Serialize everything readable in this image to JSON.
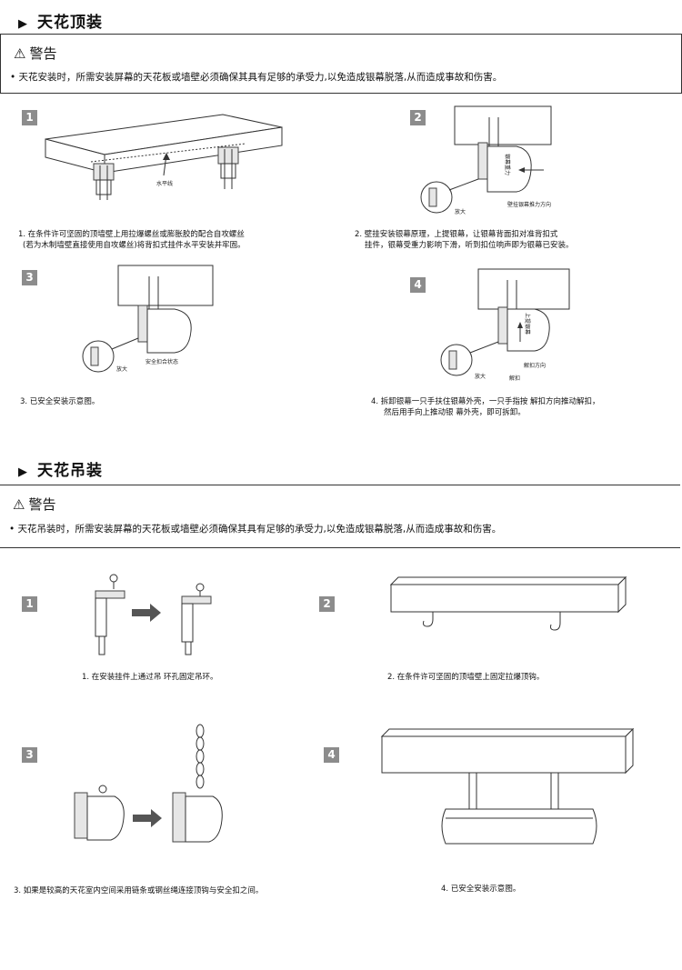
{
  "ceiling_mount": {
    "title": "天花顶装",
    "warning": {
      "title": "警告",
      "text": "• 天花安装时，所需安装屏幕的天花板或墙壁必须确保其具有足够的承受力,以免造成银幕脱落,从而造成事故和伤害。"
    },
    "steps": [
      {
        "number": "1",
        "caption_line1": "1. 在条件许可坚固的顶墙壁上用拉爆螺丝或膨胀胶的配合自攻螺丝",
        "caption_line2": "(若为木制墙壁直接使用自攻螺丝)将背扣式挂件水平安装并牢固。",
        "label_level": "水平线"
      },
      {
        "number": "2",
        "caption_line1": "2. 壁挂安装银幕原理，上提银幕，让银幕背面扣对准背扣式",
        "caption_line2": "挂件，银幕受重力影响下滑，听到扣位响声即为银幕已安装。",
        "label_zoom": "放大",
        "label_gravity": "银幕重力",
        "label_push": "壁挂银幕推力方向"
      },
      {
        "number": "3",
        "caption_line1": "3. 已安全安装示意图。",
        "label_zoom": "放大",
        "label_safe": "安全扣合状态"
      },
      {
        "number": "4",
        "caption_line1": "4. 拆卸银幕一只手扶住银幕外壳，一只手指按 解扣方向推动解扣，",
        "caption_line2": "然后用手向上推动银 幕外壳，即可拆卸。",
        "label_zoom": "放大",
        "label_release": "解扣",
        "label_release_dir": "解扣方向",
        "label_lift": "上提银幕"
      }
    ]
  },
  "suspension_mount": {
    "title": "天花吊装",
    "warning": {
      "title": "警告",
      "text": "• 天花吊装时，所需安装屏幕的天花板或墙壁必须确保其具有足够的承受力,以免造成银幕脱落,从而造成事故和伤害。"
    },
    "steps": [
      {
        "number": "1",
        "caption": "1. 在安装挂件上通过吊 环孔固定吊环。"
      },
      {
        "number": "2",
        "caption": "2. 在条件许可坚固的顶墙壁上固定拉爆顶钩。"
      },
      {
        "number": "3",
        "caption": "3. 如果是较高的天花室内空间采用链条或钢丝绳连接顶钩与安全扣之间。"
      },
      {
        "number": "4",
        "caption": "4. 已安全安装示意图。"
      }
    ]
  },
  "icons": {
    "triangle": "▶",
    "warning": "⚠"
  }
}
